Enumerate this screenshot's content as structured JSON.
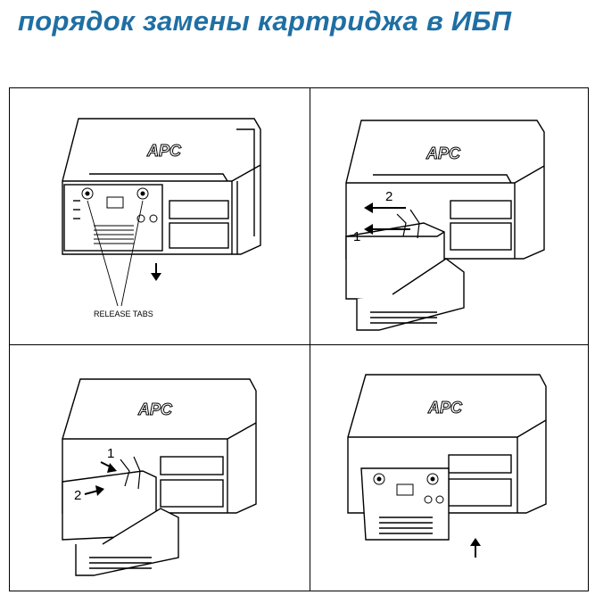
{
  "title": "порядок замены картриджа в ИБП",
  "brand_logo": "APC",
  "panels": [
    {
      "callout_label": "RELEASE TABS",
      "arrow_icon": "arrow-down-icon"
    },
    {
      "step_labels": [
        "2",
        "1"
      ],
      "arrow_icon": "arrow-left-icon"
    },
    {
      "step_labels": [
        "1",
        "2"
      ],
      "arrow_icon": "arrow-right-icon"
    },
    {
      "arrow_icon": "arrow-up-icon"
    }
  ]
}
